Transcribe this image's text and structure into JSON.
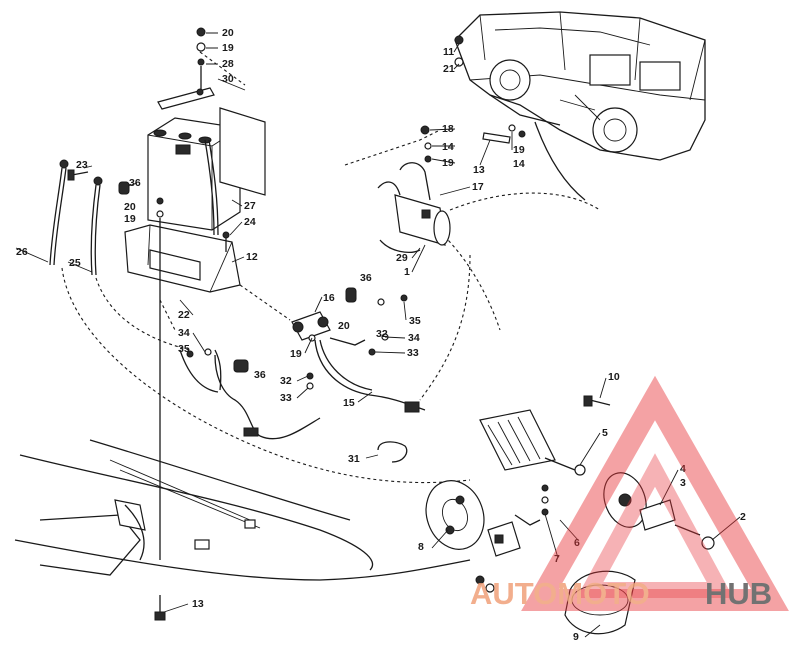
{
  "labels": [
    {
      "id": "p20a",
      "text": "20"
    },
    {
      "id": "p19a",
      "text": "19"
    },
    {
      "id": "p28",
      "text": "28"
    },
    {
      "id": "p30",
      "text": "30"
    },
    {
      "id": "p23",
      "text": "23"
    },
    {
      "id": "p36a",
      "text": "36"
    },
    {
      "id": "p20b",
      "text": "20"
    },
    {
      "id": "p19b",
      "text": "19"
    },
    {
      "id": "p27",
      "text": "27"
    },
    {
      "id": "p24",
      "text": "24"
    },
    {
      "id": "p26",
      "text": "26"
    },
    {
      "id": "p25",
      "text": "25"
    },
    {
      "id": "p12",
      "text": "12"
    },
    {
      "id": "p22",
      "text": "22"
    },
    {
      "id": "p34a",
      "text": "34"
    },
    {
      "id": "p35a",
      "text": "35"
    },
    {
      "id": "p36b",
      "text": "36"
    },
    {
      "id": "p16",
      "text": "16"
    },
    {
      "id": "p36c",
      "text": "36"
    },
    {
      "id": "p20c",
      "text": "20"
    },
    {
      "id": "p35b",
      "text": "35"
    },
    {
      "id": "p34b",
      "text": "34"
    },
    {
      "id": "p32a",
      "text": "32"
    },
    {
      "id": "p33a",
      "text": "33"
    },
    {
      "id": "p19c",
      "text": "19"
    },
    {
      "id": "p32b",
      "text": "32"
    },
    {
      "id": "p33b",
      "text": "33"
    },
    {
      "id": "p15",
      "text": "15"
    },
    {
      "id": "p31",
      "text": "31"
    },
    {
      "id": "p11",
      "text": "11"
    },
    {
      "id": "p21",
      "text": "21"
    },
    {
      "id": "p18",
      "text": "18"
    },
    {
      "id": "p14a",
      "text": "14"
    },
    {
      "id": "p19d",
      "text": "19"
    },
    {
      "id": "p13a",
      "text": "13"
    },
    {
      "id": "p19e",
      "text": "19"
    },
    {
      "id": "p14b",
      "text": "14"
    },
    {
      "id": "p17",
      "text": "17"
    },
    {
      "id": "p29",
      "text": "29"
    },
    {
      "id": "p1",
      "text": "1"
    },
    {
      "id": "p10",
      "text": "10"
    },
    {
      "id": "p5",
      "text": "5"
    },
    {
      "id": "p4",
      "text": "4"
    },
    {
      "id": "p3",
      "text": "3"
    },
    {
      "id": "p2",
      "text": "2"
    },
    {
      "id": "p6",
      "text": "6"
    },
    {
      "id": "p7",
      "text": "7"
    },
    {
      "id": "p8",
      "text": "8"
    },
    {
      "id": "p9",
      "text": "9"
    },
    {
      "id": "p13b",
      "text": "13"
    }
  ],
  "watermark": {
    "part_one": "AUTOMOTO",
    "part_two": "HUB",
    "color_primary": "#e8383d",
    "color_light": "#f0a07a",
    "color_dark": "#5a5a5a"
  }
}
